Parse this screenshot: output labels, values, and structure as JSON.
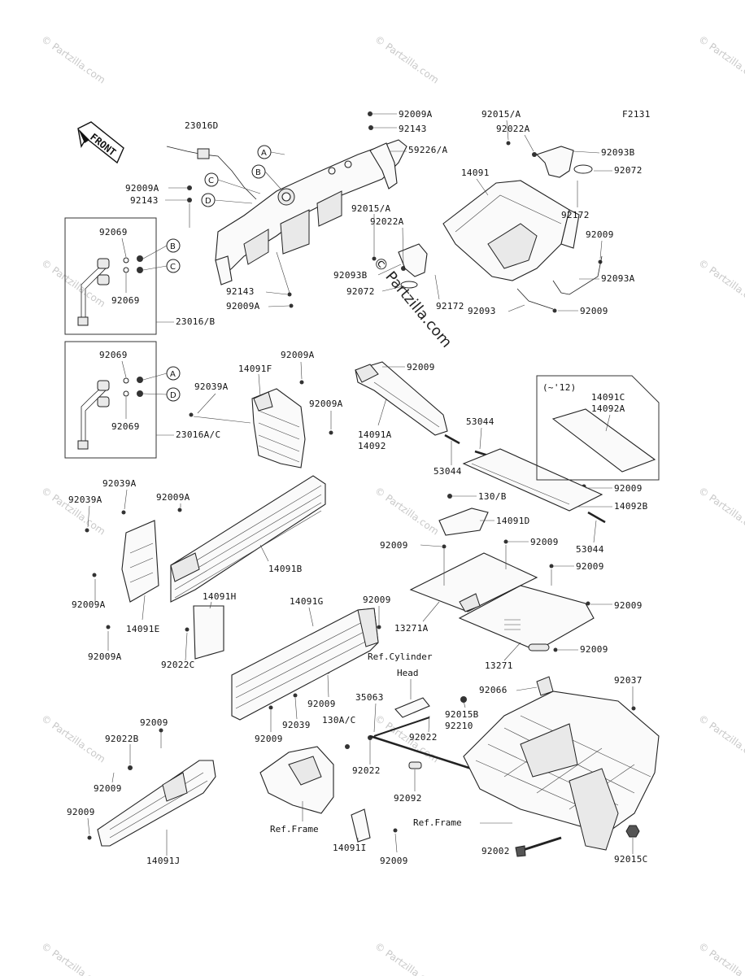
{
  "figure_code": "F2131",
  "front_label": "FRONT",
  "watermark": "© Partzilla.com",
  "watermark_center": "© Partzilla.com",
  "circle_letters": [
    "A",
    "B",
    "C",
    "D"
  ],
  "box_note": "(~'12)",
  "labels": {
    "p23016D": "23016D",
    "p92009A_1": "92009A",
    "p92143_1": "92143",
    "p59226A": "59226/A",
    "p92009A_2": "92009A",
    "p92143_2": "92143",
    "p92069_1": "92069",
    "p92069_2": "92069",
    "p23016B": "23016/B",
    "p92143_3": "92143",
    "p92009A_3": "92009A",
    "p92069_3": "92069",
    "p92069_4": "92069",
    "p23016AC": "23016A/C",
    "p92015A_1": "92015/A",
    "p92022A_1": "92022A",
    "p92093B_1": "92093B",
    "p92072_1": "92072",
    "p92172_1": "92172",
    "p92015A_2": "92015/A",
    "p92022A_2": "92022A",
    "p92093B_2": "92093B",
    "p92072_2": "92072",
    "p14091": "14091",
    "p92172_2": "92172",
    "p92009_1": "92009",
    "p92093A": "92093A",
    "p92093": "92093",
    "p92009_2": "92009",
    "p14091F": "14091F",
    "p92009A_4": "92009A",
    "p92039A_1": "92039A",
    "p92009A_5": "92009A",
    "p92009_3": "92009",
    "p14091A": "14091A",
    "p14092": "14092",
    "p53044_1": "53044",
    "p53044_2": "53044",
    "p14091C": "14091C",
    "p14092A": "14092A",
    "p92009_4": "92009",
    "p14092B": "14092B",
    "p53044_3": "53044",
    "p92039A_2": "92039A",
    "p92039A_3": "92039A",
    "p92009A_6": "92009A",
    "p14091B": "14091B",
    "p92009A_7": "92009A",
    "p14091E": "14091E",
    "p92009A_8": "92009A",
    "p130B": "130/B",
    "p14091D": "14091D",
    "p92009_5": "92009",
    "p92009_6": "92009",
    "p92009_7": "92009",
    "p92009_8": "92009",
    "p13271A": "13271A",
    "p92009_9": "92009",
    "p13271": "13271",
    "p14091H": "14091H",
    "p14091G": "14091G",
    "p92009_10": "92009",
    "p92022C": "92022C",
    "p92009_11": "92009",
    "p92039": "92039",
    "p92009_12": "92009",
    "p35063": "35063",
    "p130AC": "130A/C",
    "p92015B": "92015B",
    "p92210": "92210",
    "p92022_1": "92022",
    "p92022_2": "92022",
    "p92092": "92092",
    "p92066": "92066",
    "p92037": "92037",
    "p92009_13": "92009",
    "p92022B": "92022B",
    "p92009_14": "92009",
    "p92009_15": "92009",
    "p14091J": "14091J",
    "p14091I": "14091I",
    "p92009_16": "92009",
    "p92002": "92002",
    "p92015C": "92015C"
  },
  "refs": {
    "ref_cylinder_1": "Ref.Cylinder",
    "ref_cylinder_2": "Head",
    "ref_frame_1": "Ref.Frame",
    "ref_frame_2": "Ref.Frame"
  }
}
